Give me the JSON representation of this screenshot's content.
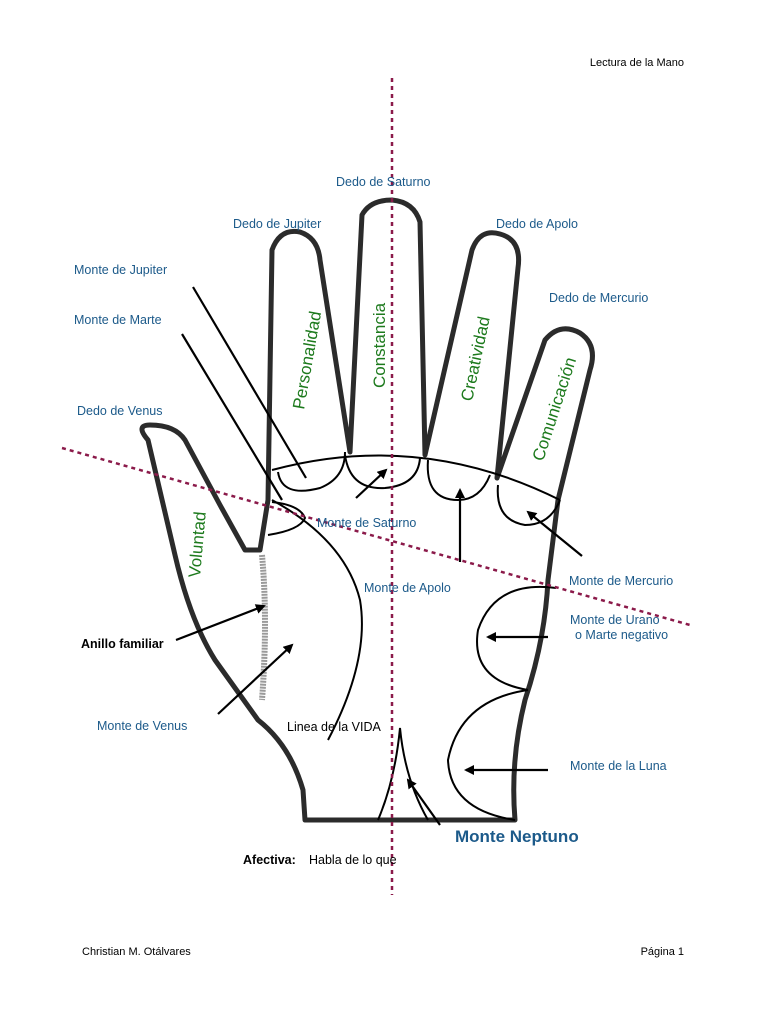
{
  "header": {
    "title": "Lectura de la Mano"
  },
  "footer": {
    "author": "Christian M. Otálvares",
    "page": "Página 1"
  },
  "labels": {
    "dedo_saturno": "Dedo de Saturno",
    "dedo_jupiter": "Dedo de Jupiter",
    "dedo_apolo": "Dedo de Apolo",
    "dedo_mercurio": "Dedo de Mercurio",
    "monte_jupiter": "Monte de Jupiter",
    "monte_marte": "Monte de Marte",
    "dedo_venus": "Dedo de Venus",
    "monte_saturno": "Monte de Saturno",
    "monte_apolo": "Monte de Apolo",
    "monte_mercurio": "Monte de Mercurio",
    "monte_urano_1": "Monte de Urano",
    "monte_urano_2": "o Marte negativo",
    "anillo_familiar": "Anillo familiar",
    "monte_venus": "Monte de Venus",
    "linea_vida": "Linea de la VIDA",
    "monte_luna": "Monte de la Luna",
    "monte_neptuno": "Monte Neptuno",
    "afectiva_bold": "Afectiva:",
    "afectiva_text": "Habla de lo que"
  },
  "traits": {
    "personalidad": "Personalidad",
    "constancia": "Constancia",
    "creatividad": "Creatividad",
    "comunicacion": "Comunicación",
    "voluntad": "Voluntad"
  },
  "colors": {
    "label_blue": "#1c5a8a",
    "trait_green": "#1d7a1d",
    "axis_dotted": "#8b1a4a",
    "outline": "#2b2b2b",
    "family_ring_gray": "#9a9a9a"
  }
}
